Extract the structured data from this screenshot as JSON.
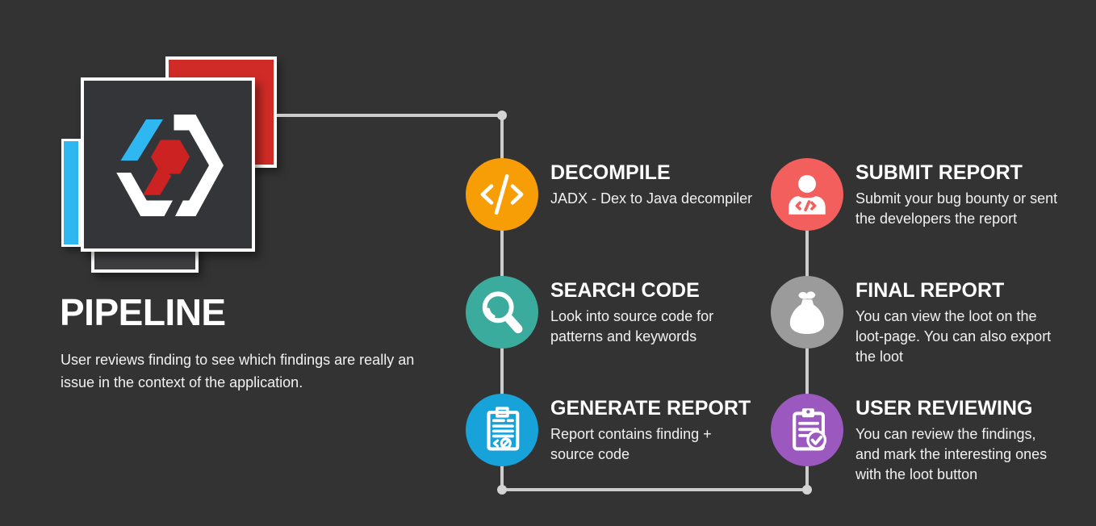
{
  "page": {
    "background": "#333333",
    "connector_color": "#cccccc"
  },
  "brand": {
    "logo_name": "hexagon-code-logo",
    "colors": {
      "back_square_red": "#d02b26",
      "back_bar_blue": "#2fb7f2",
      "panel_dark": "#343539",
      "hex_blue": "#2fb7f2",
      "hex_red": "#cc2222",
      "hex_white": "#ffffff"
    }
  },
  "intro": {
    "title": "PIPELINE",
    "description": "User reviews finding to see which findings are really an\nissue in the context of the application."
  },
  "steps": [
    {
      "id": "decompile",
      "title": "DECOMPILE",
      "description": "JADX - Dex to Java decompiler",
      "color": "#f79e07",
      "icon": "code-icon"
    },
    {
      "id": "search-code",
      "title": "SEARCH CODE",
      "description": "Look into source code for\npatterns and keywords",
      "color": "#3aab9c",
      "icon": "search-icon"
    },
    {
      "id": "generate-report",
      "title": "GENERATE REPORT",
      "description": "Report contains finding +\nsource code",
      "color": "#17a3da",
      "icon": "report-icon"
    },
    {
      "id": "submit-report",
      "title": "SUBMIT REPORT",
      "description": "Submit your bug bounty or sent\nthe developers the report",
      "color": "#f25f5d",
      "icon": "person-icon"
    },
    {
      "id": "final-report",
      "title": "FINAL REPORT",
      "description": "You can view the loot on the\nloot-page. You can also export\nthe loot",
      "color": "#9b9b9b",
      "icon": "loot-bag-icon"
    },
    {
      "id": "user-reviewing",
      "title": "USER REVIEWING",
      "description": "You can review the findings,\nand mark the interesting ones\nwith the loot button",
      "color": "#9b59c0",
      "icon": "clipboard-check-icon"
    }
  ]
}
